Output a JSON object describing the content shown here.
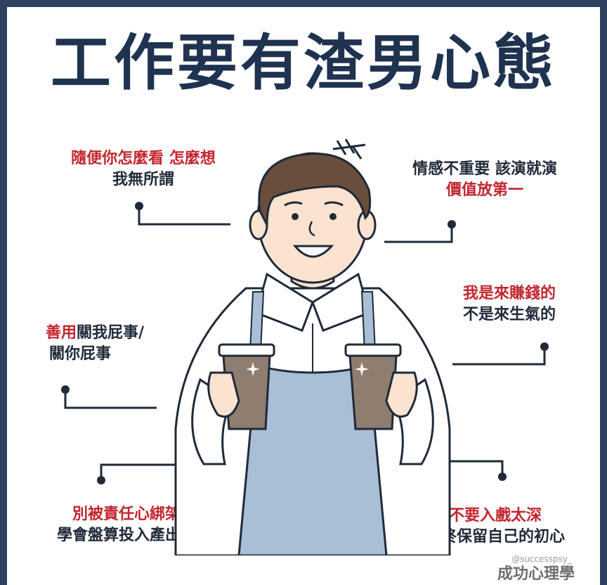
{
  "title": "工作要有渣男心態",
  "tips": {
    "t1": {
      "line1": "隨便你怎麼看  怎麼想",
      "line2": "我無所謂"
    },
    "t2": {
      "line1": "情感不重要  該演就演",
      "line2": "價值放第一"
    },
    "t3": {
      "line1_red": "善用",
      "line1_dark": "關我屁事/",
      "line2": "關你屁事"
    },
    "t4": {
      "line1": "我是來賺錢的",
      "line2": "不是來生氣的"
    },
    "t5": {
      "line1": "別被責任心綁架",
      "line2": "學會盤算投入產出比"
    },
    "t6": {
      "line1": "不要入戲太深",
      "line2": "始終保留自己的初心"
    }
  },
  "watermark": {
    "handle": "@successpsy_",
    "brand": "成功心理學"
  },
  "colors": {
    "navy": "#2c4160",
    "red": "#c2262e",
    "apron": "#a9bfd6",
    "hair": "#6a4e3c",
    "skin": "#fbe3cf",
    "cup": "#8f7d6f"
  }
}
